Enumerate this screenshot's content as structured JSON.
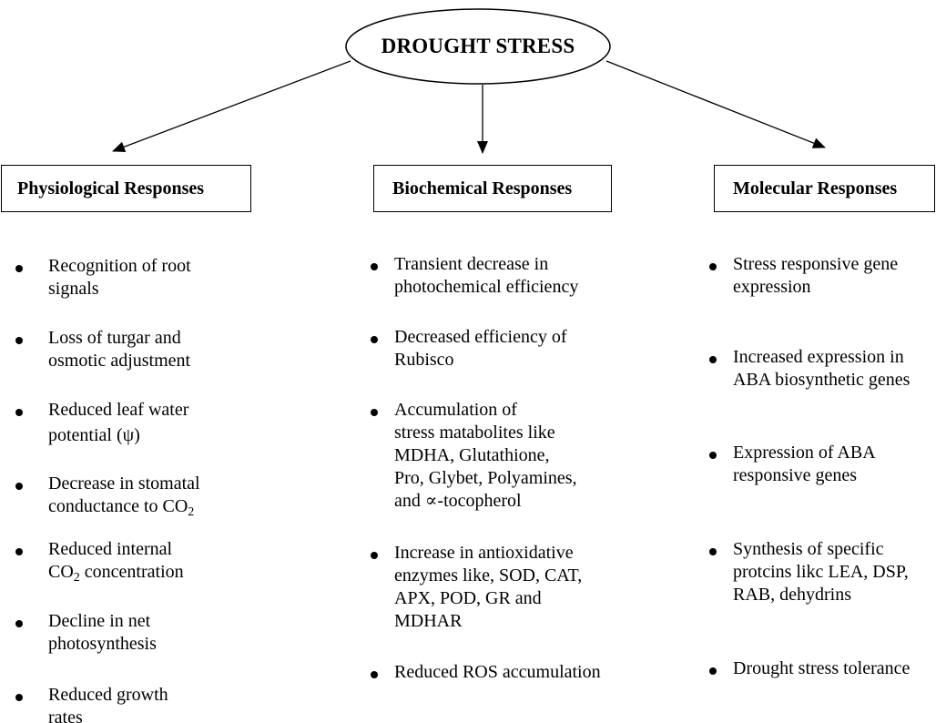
{
  "title": "DROUGHT STRESS",
  "columns": [
    {
      "heading": "Physiological Responses",
      "items": [
        {
          "line1": "Recognition of root",
          "line2": "signals"
        },
        {
          "line1": "Loss of turgar and",
          "line2": "osmotic adjustment"
        },
        {
          "line1": "Reduced leaf water",
          "line2": "potential (ψ)"
        },
        {
          "line1": "Decrease in stomatal",
          "line2_pre": "conductance to CO",
          "line2_sub": "2"
        },
        {
          "line1": "Reduced internal",
          "line2_pre": "CO",
          "line2_sub": "2",
          "line2_post": " concentration"
        },
        {
          "line1": "Decline in net",
          "line2": "photosynthesis"
        },
        {
          "line1": "Reduced growth",
          "line2": "rates"
        }
      ]
    },
    {
      "heading": "Biochemical Responses",
      "items": [
        {
          "line1": "Transient decrease in",
          "line2": "photochemical efficiency"
        },
        {
          "line1": "Decreased efficiency of",
          "line2": "Rubisco"
        },
        {
          "line1": "Accumulation of",
          "line2": "stress matabolites like",
          "line3": "MDHA, Glutathione,",
          "line4": "Pro, Glybet, Polyamines,",
          "line5": "and ∝-tocopherol"
        },
        {
          "line1": "Increase in antioxidative",
          "line2": "enzymes like, SOD, CAT,",
          "line3": "APX, POD, GR and",
          "line4": "MDHAR"
        },
        {
          "line1": "Reduced ROS accumulation"
        }
      ]
    },
    {
      "heading": "Molecular Responses",
      "items": [
        {
          "line1": "Stress responsive gene",
          "line2": "expression"
        },
        {
          "line1": "Increased expression in",
          "line2": "ABA biosynthetic genes"
        },
        {
          "line1": "Expression of ABA",
          "line2": "responsive genes"
        },
        {
          "line1": "Synthesis of specific",
          "line2": "protcins likc LEA, DSP,",
          "line3": "RAB, dehydrins"
        },
        {
          "line1": "Drought stress tolerance"
        }
      ]
    }
  ]
}
